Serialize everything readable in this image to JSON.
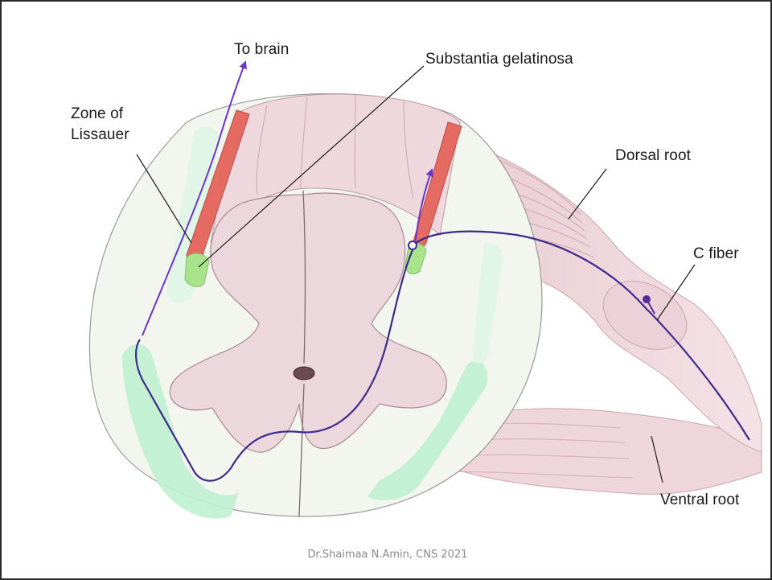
{
  "labels": {
    "to_brain": "To brain",
    "substantia_gelatinosa": "Substantia gelatinosa",
    "zone_of_lissauer_line1": "Zone of",
    "zone_of_lissauer_line2": "Lissauer",
    "dorsal_root": "Dorsal root",
    "c_fiber": "C fiber",
    "ventral_root": "Ventral root"
  },
  "footer": "Dr.Shaimaa N.Amin, CNS 2021",
  "colors": {
    "white_matter": "#f3f5ef",
    "gray_matter": "#ecd7dc",
    "lissauer_tract": "#e46a62",
    "substantia_gelatinosa": "#a9e38c",
    "spinothalamic_tract": "#bff0cf",
    "root": "#efd6db",
    "fiber": "#4b2a9a",
    "arrow": "#6b35c9",
    "leader_line": "#1a1a1a"
  },
  "icons": {
    "pathway_arrow": "arrow-up-icon",
    "synapse": "dot-icon"
  }
}
